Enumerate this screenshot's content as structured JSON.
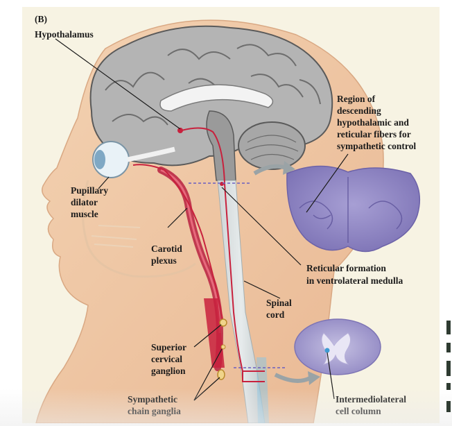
{
  "panel_label": "(B)",
  "labels": {
    "hypothalamus": "Hypothalamus",
    "region_descending": "Region of\ndescending\nhypothalamic and\nreticular fibers for\nsympathetic control",
    "pupillary": "Pupillary\ndilator\nmuscle",
    "carotid": "Carotid\nplexus",
    "reticular": "Reticular formation\nin ventrolateral medulla",
    "spinal": "Spinal\ncord",
    "superior": "Superior\ncervical\nganglion",
    "sympathetic": "Sympathetic\nchain ganglia",
    "intermediolateral": "Intermediolateral\ncell column"
  },
  "colors": {
    "background": "#f7f3e3",
    "skin": "#efc8a4",
    "brain": "#b3b3b3",
    "pathway": "#c8213d",
    "stain": "#8f86c2",
    "text": "#1b1b1b"
  }
}
